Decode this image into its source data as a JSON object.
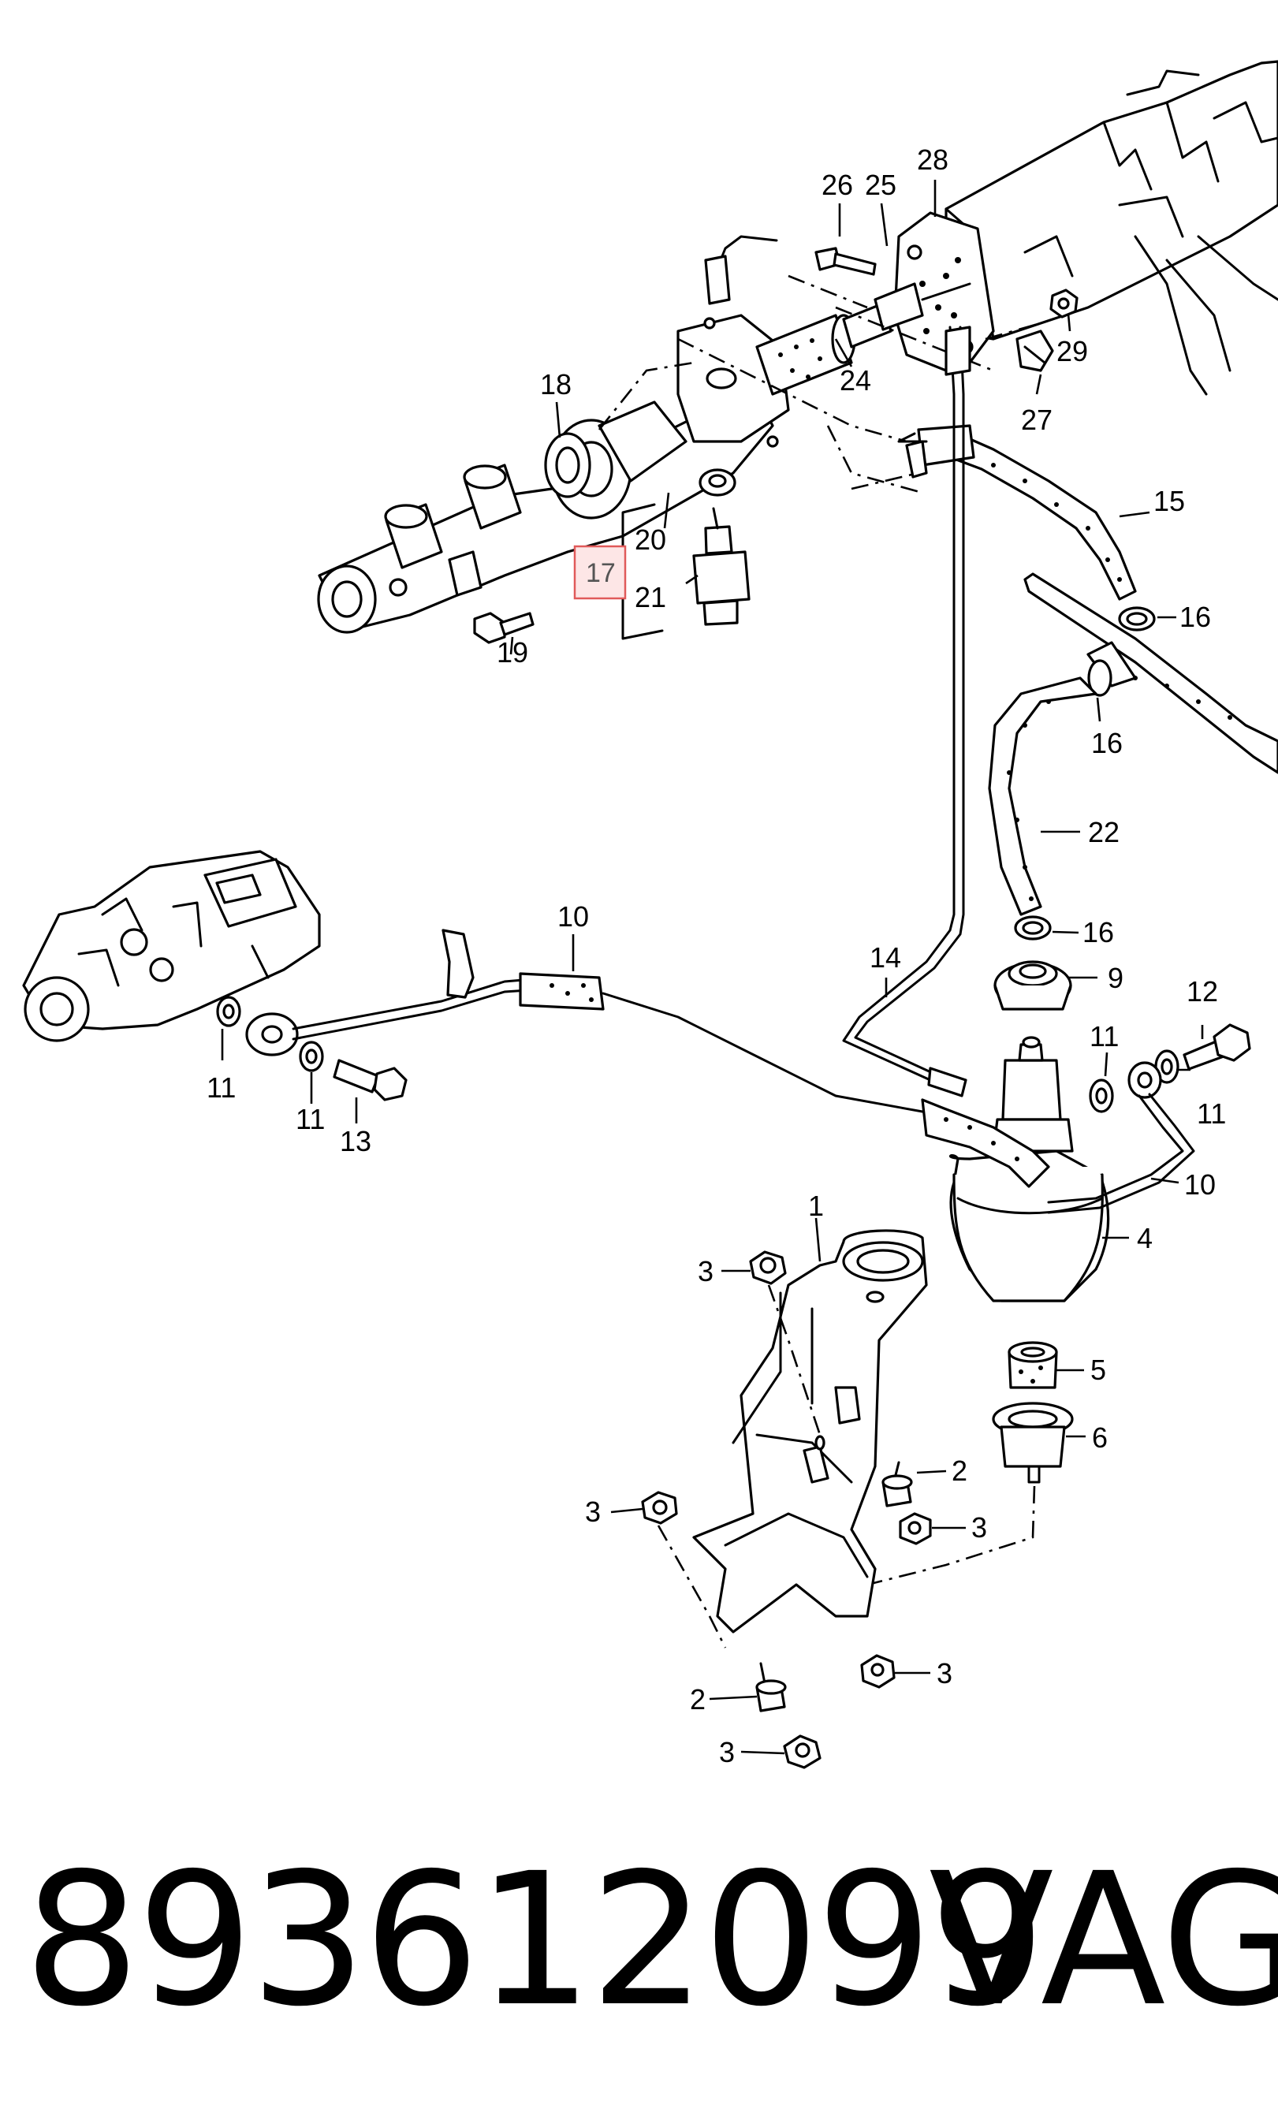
{
  "diagram": {
    "callouts": {
      "c1": "1",
      "c2a": "2",
      "c2b": "2",
      "c3a": "3",
      "c3b": "3",
      "c3c": "3",
      "c3d": "3",
      "c3e": "3",
      "c4": "4",
      "c5": "5",
      "c6": "6",
      "c9": "9",
      "c10a": "10",
      "c10b": "10",
      "c11a": "11",
      "c11b": "11",
      "c11c": "11",
      "c11d": "11",
      "c12": "12",
      "c13": "13",
      "c14": "14",
      "c15": "15",
      "c16a": "16",
      "c16b": "16",
      "c16c": "16",
      "c17": "17",
      "c18": "18",
      "c19": "19",
      "c20": "20",
      "c21": "21",
      "c22": "22",
      "c24": "24",
      "c25": "25",
      "c26": "26",
      "c27": "27",
      "c28": "28",
      "c29": "29"
    },
    "highlighted_callout": "17"
  },
  "footer": {
    "part_number": "893612099",
    "brand": "VAG"
  }
}
